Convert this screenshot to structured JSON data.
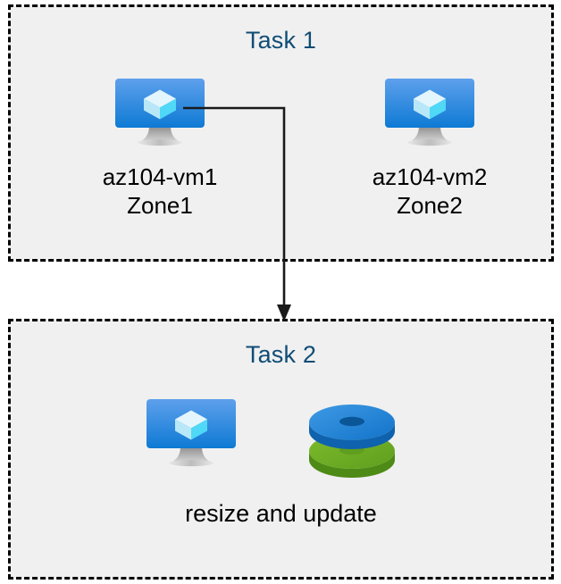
{
  "diagram": {
    "title": "",
    "background_color": "#ffffff",
    "box_fill_color": "#f0f0f0",
    "box_border_color": "#000000",
    "title_color": "#0f4c75",
    "label_color": "#000000",
    "connector_color": "#1a1a1a"
  },
  "task1": {
    "title": "Task 1",
    "vms": [
      {
        "icon": "virtual-machine-icon",
        "name": "az104-vm1",
        "zone": "Zone1",
        "label": "az104-vm1\nZone1"
      },
      {
        "icon": "virtual-machine-icon",
        "name": "az104-vm2",
        "zone": "Zone2",
        "label": "az104-vm2\nZone2"
      }
    ]
  },
  "task2": {
    "title": "Task 2",
    "caption": "resize and update",
    "icons": [
      {
        "icon": "virtual-machine-icon",
        "name": "virtual machine"
      },
      {
        "icon": "disks-icon",
        "name": "disks",
        "top_disk_color": "#1f88d9",
        "bottom_disk_color": "#6aae26"
      }
    ]
  },
  "connector": {
    "from": "az104-vm1",
    "to": "Task 2",
    "arrow_head": "down-arrow-icon"
  }
}
